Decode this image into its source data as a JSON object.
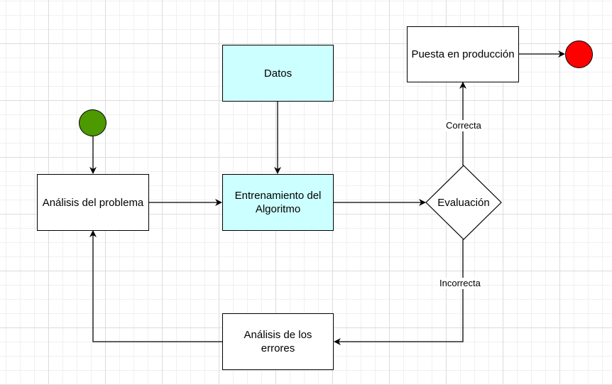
{
  "diagram": {
    "nodes": {
      "start": {
        "shape": "circle",
        "color": "#4d9900"
      },
      "end": {
        "shape": "circle",
        "color": "#ff0000"
      },
      "analisis_problema": {
        "label": "Análisis del problema",
        "fill": "#ffffff"
      },
      "datos": {
        "label": "Datos",
        "fill": "#ccffff"
      },
      "entrenamiento": {
        "label": "Entrenamiento del Algoritmo",
        "fill": "#ccffff"
      },
      "evaluacion": {
        "label": "Evaluación",
        "shape": "diamond",
        "fill": "#ffffff"
      },
      "puesta_produccion": {
        "label": "Puesta en producción",
        "fill": "#ffffff"
      },
      "analisis_errores": {
        "label": "Análisis de los errores",
        "fill": "#ffffff"
      }
    },
    "edges": [
      {
        "from": "start",
        "to": "analisis_problema",
        "label": ""
      },
      {
        "from": "analisis_problema",
        "to": "entrenamiento",
        "label": ""
      },
      {
        "from": "datos",
        "to": "entrenamiento",
        "label": ""
      },
      {
        "from": "entrenamiento",
        "to": "evaluacion",
        "label": ""
      },
      {
        "from": "evaluacion",
        "to": "puesta_produccion",
        "label": "Correcta"
      },
      {
        "from": "puesta_produccion",
        "to": "end",
        "label": ""
      },
      {
        "from": "evaluacion",
        "to": "analisis_errores",
        "label": "Incorrecta"
      },
      {
        "from": "analisis_errores",
        "to": "analisis_problema",
        "label": ""
      }
    ]
  }
}
